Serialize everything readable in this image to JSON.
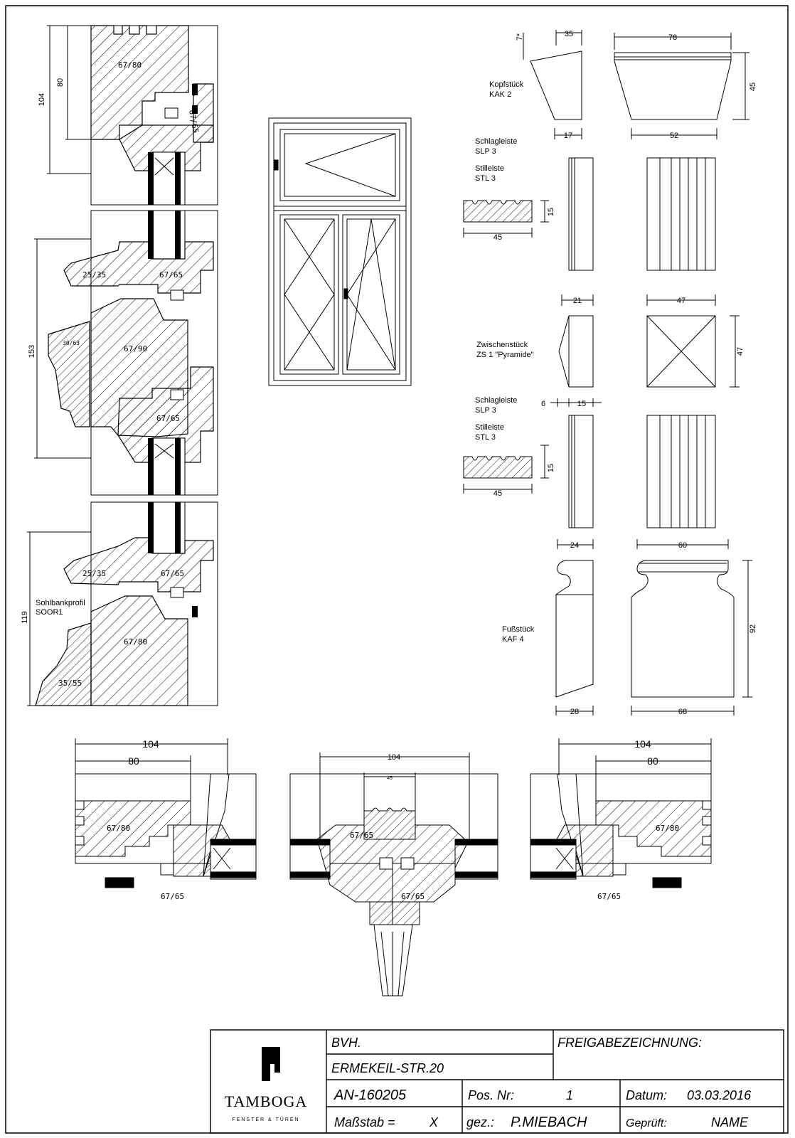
{
  "left_details": {
    "top": {
      "dims": [
        "104",
        "80"
      ],
      "sections": [
        "67/80",
        "67/65"
      ]
    },
    "middle": {
      "dims": [
        "153"
      ],
      "sections": [
        "25/35",
        "67/65",
        "30/63",
        "67/90",
        "67/65"
      ]
    },
    "bottom": {
      "label_line1": "Sohlbankprofil",
      "label_line2": "SOOR1",
      "dims": [
        "119"
      ],
      "sections": [
        "25/35",
        "67/65",
        "67/80",
        "35/55"
      ]
    }
  },
  "parts": {
    "kopfstueck": {
      "name": "Kopfstück",
      "code": "KAK 2",
      "dims": [
        "7*",
        "35",
        "78",
        "45",
        "17",
        "52"
      ]
    },
    "schlagleiste_1": {
      "name": "Schlagleiste",
      "code": "SLP 3"
    },
    "stilleiste_1": {
      "name": "Stilleiste",
      "code": "STL 3",
      "dims": [
        "15",
        "45"
      ]
    },
    "zwischenstueck": {
      "name": "Zwischenstück",
      "code": "ZS 1 \"Pyramide\"",
      "dims": [
        "21",
        "47",
        "47"
      ]
    },
    "schlagleiste_2": {
      "name": "Schlagleiste",
      "code": "SLP 3",
      "dims": [
        "6",
        "15"
      ]
    },
    "stilleiste_2": {
      "name": "Stilleiste",
      "code": "STL 3",
      "dims": [
        "15",
        "45"
      ]
    },
    "fussstueck": {
      "name": "Fußstück",
      "code": "KAF 4",
      "dims": [
        "24",
        "60",
        "92",
        "28",
        "68"
      ]
    }
  },
  "bottom_sections": {
    "left": {
      "dims": [
        "104",
        "80"
      ],
      "sections": [
        "67/80",
        "67/65"
      ]
    },
    "center": {
      "dims": [
        "104",
        "45"
      ],
      "sections": [
        "67/65",
        "67/65"
      ]
    },
    "right": {
      "dims": [
        "104",
        "80"
      ],
      "sections": [
        "67/80",
        "67/65"
      ]
    }
  },
  "title_block": {
    "logo_text": "TAMBOGA",
    "logo_sub": "FENSTER & TÜREN",
    "bvh_label": "BVH.",
    "project": "ERMEKEIL-STR.20",
    "release_label": "FREIGABEZEICHNUNG:",
    "order_no": "AN-160205",
    "pos_label": "Pos. Nr:",
    "pos_value": "1",
    "date_label": "Datum:",
    "date_value": "03.03.2016",
    "scale_label": "Maßstab =",
    "scale_value": "X",
    "drawn_label": "gez.:",
    "drawn_value": "P.MIEBACH",
    "checked_label": "Geprüft:",
    "checked_value": "NAME"
  }
}
